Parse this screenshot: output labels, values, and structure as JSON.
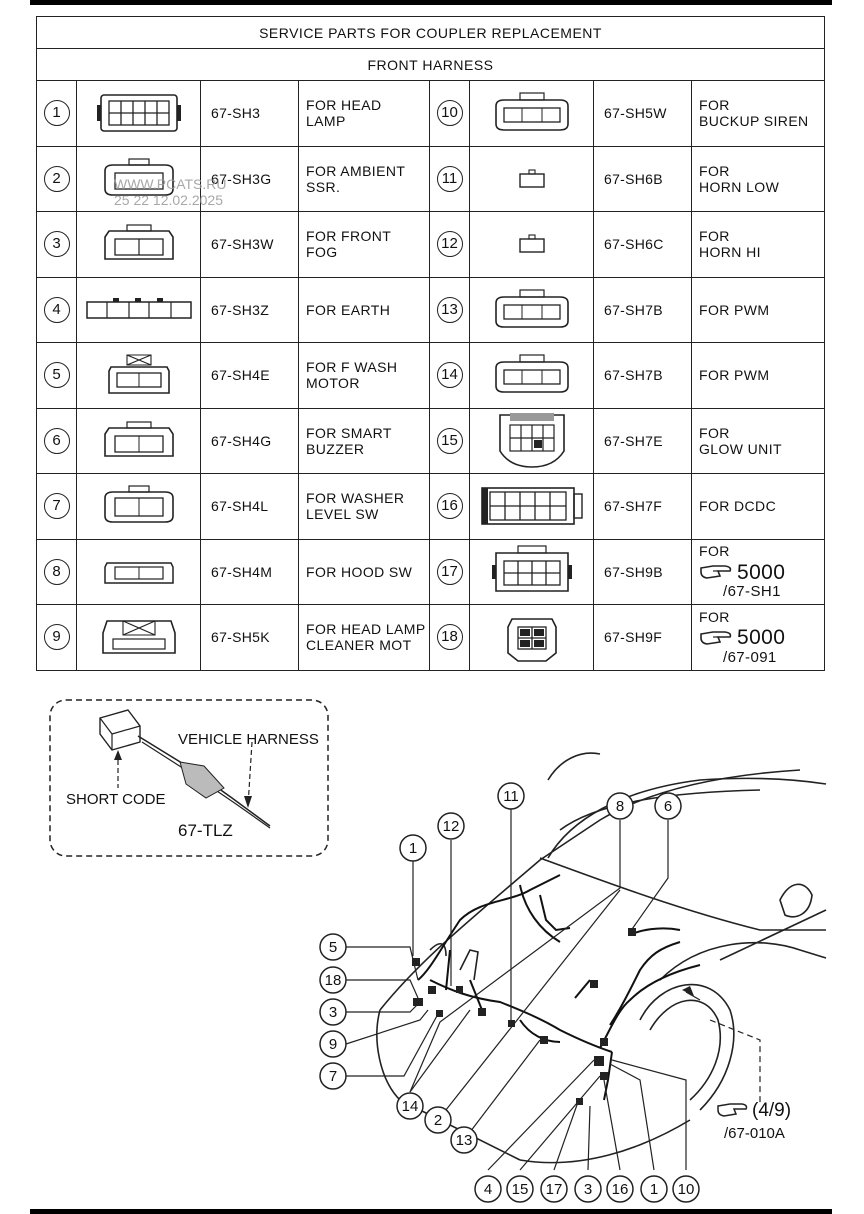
{
  "table": {
    "title": "SERVICE PARTS FOR COUPLER REPLACEMENT",
    "subtitle": "FRONT HARNESS",
    "left_rows": [
      {
        "num": "1",
        "code": "67-SH3",
        "desc1": "FOR HEAD",
        "desc2": "LAMP"
      },
      {
        "num": "2",
        "code": "67-SH3G",
        "desc1": "FOR AMBIENT",
        "desc2": "SSR."
      },
      {
        "num": "3",
        "code": "67-SH3W",
        "desc1": "FOR FRONT",
        "desc2": "FOG"
      },
      {
        "num": "4",
        "code": "67-SH3Z",
        "desc1": "FOR EARTH",
        "desc2": ""
      },
      {
        "num": "5",
        "code": "67-SH4E",
        "desc1": "FOR F WASH",
        "desc2": "MOTOR"
      },
      {
        "num": "6",
        "code": "67-SH4G",
        "desc1": "FOR SMART",
        "desc2": "BUZZER"
      },
      {
        "num": "7",
        "code": "67-SH4L",
        "desc1": "FOR WASHER",
        "desc2": "LEVEL SW"
      },
      {
        "num": "8",
        "code": "67-SH4M",
        "desc1": "FOR HOOD SW",
        "desc2": ""
      },
      {
        "num": "9",
        "code": "67-SH5K",
        "desc1": "FOR HEAD LAMP",
        "desc2": "CLEANER MOT"
      }
    ],
    "right_rows": [
      {
        "num": "10",
        "code": "67-SH5W",
        "desc1": "FOR",
        "desc2": "BUCKUP SIREN"
      },
      {
        "num": "11",
        "code": "67-SH6B",
        "desc1": "FOR",
        "desc2": "HORN LOW"
      },
      {
        "num": "12",
        "code": "67-SH6C",
        "desc1": "FOR",
        "desc2": "HORN HI"
      },
      {
        "num": "13",
        "code": "67-SH7B",
        "desc1": "FOR PWM",
        "desc2": ""
      },
      {
        "num": "14",
        "code": "67-SH7B",
        "desc1": "FOR PWM",
        "desc2": ""
      },
      {
        "num": "15",
        "code": "67-SH7E",
        "desc1": "FOR",
        "desc2": "GLOW UNIT"
      },
      {
        "num": "16",
        "code": "67-SH7F",
        "desc1": "FOR DCDC",
        "desc2": ""
      },
      {
        "num": "17",
        "code": "67-SH9B",
        "desc1": "FOR",
        "ref": "5000",
        "sub": "/67-SH1"
      },
      {
        "num": "18",
        "code": "67-SH9F",
        "desc1": "FOR",
        "ref": "5000",
        "sub": "/67-091"
      }
    ]
  },
  "watermark": {
    "line1": "WWW.PCATS.RU",
    "line2": "25 22 12.02.2025"
  },
  "inset": {
    "vehicle_harness": "VEHICLE HARNESS",
    "short_code": "SHORT CODE",
    "part": "67-TLZ"
  },
  "diagram": {
    "callouts": [
      "1",
      "2",
      "3",
      "4",
      "5",
      "6",
      "7",
      "8",
      "9",
      "10",
      "11",
      "12",
      "13",
      "14",
      "15",
      "16",
      "17",
      "18"
    ],
    "ref_num": "(4/9)",
    "ref_sub": "/67-010A"
  }
}
